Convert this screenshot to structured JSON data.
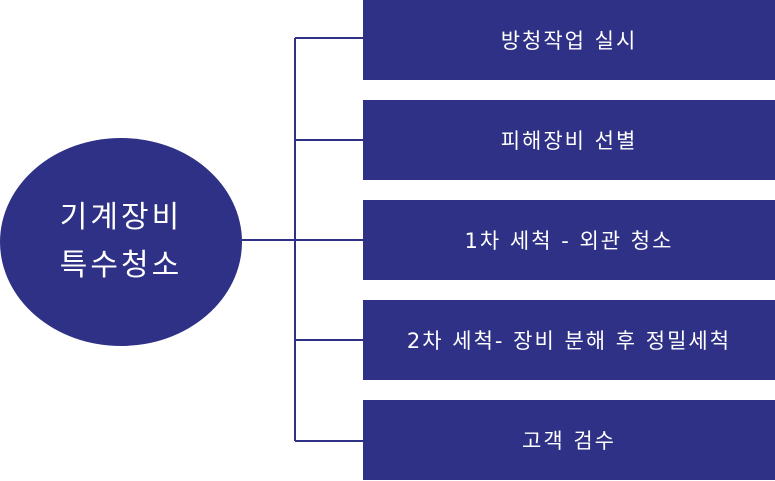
{
  "diagram": {
    "root": {
      "line1": "기계장비",
      "line2": "특수청소"
    },
    "steps": [
      {
        "label": "방청작업 실시"
      },
      {
        "label": "피해장비 선별"
      },
      {
        "label": "1차 세척 - 외관 청소"
      },
      {
        "label": "2차 세척- 장비 분해 후 정밀세척"
      },
      {
        "label": "고객 검수"
      }
    ],
    "colors": {
      "node_fill": "#2e3185",
      "connector": "#2e3185",
      "text": "#ffffff"
    }
  }
}
